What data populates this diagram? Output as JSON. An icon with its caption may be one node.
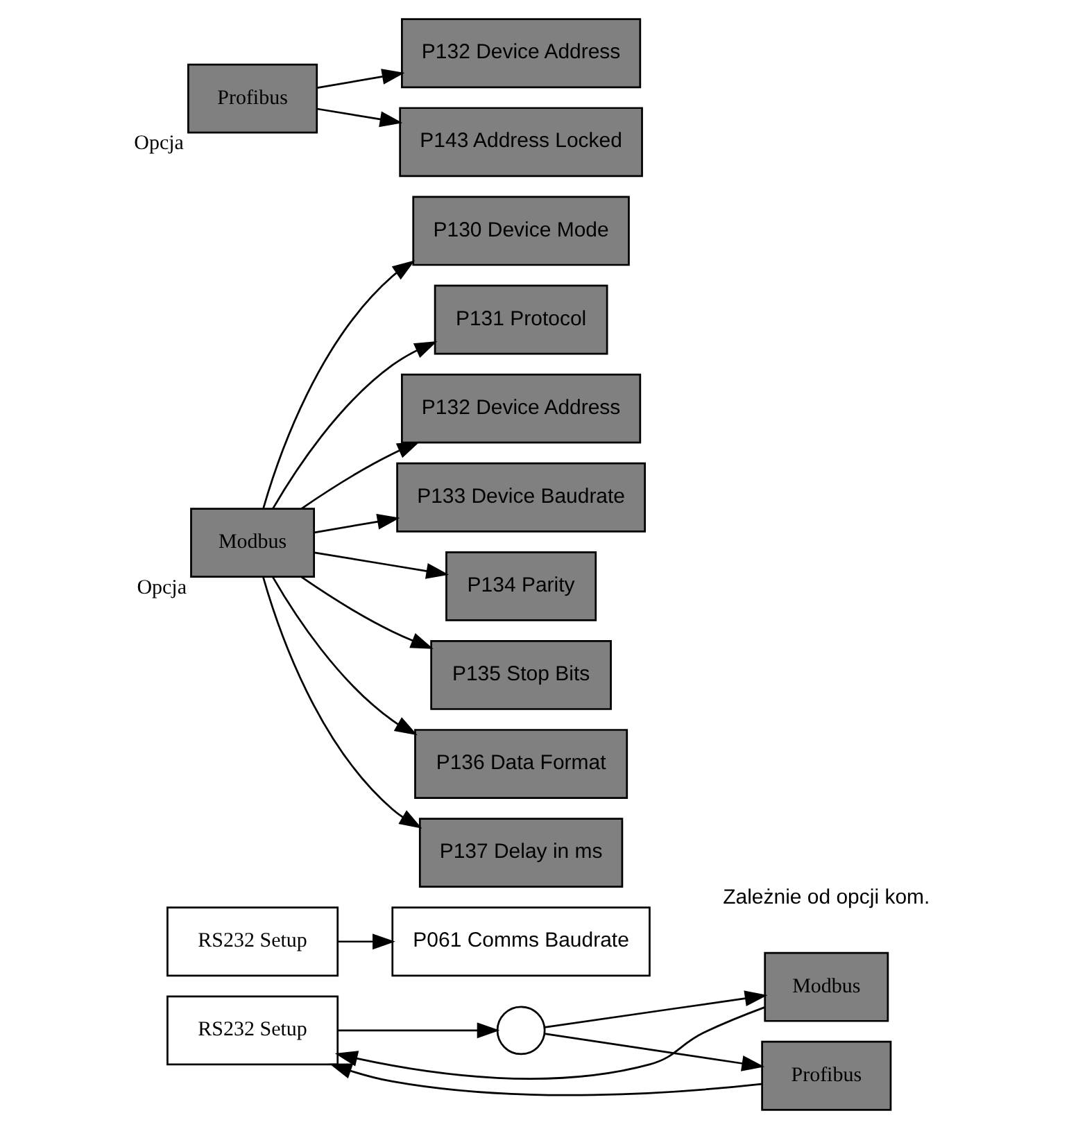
{
  "diagram": {
    "nodes": [
      {
        "text": [
          "RS232 Setup"
        ]
      },
      {
        "text": [],
        "shape": "circle"
      },
      {
        "text": [
          "Modbus"
        ]
      },
      {
        "text": [
          "Profibus"
        ]
      },
      {
        "text": [
          "RS232 Setup"
        ]
      },
      {
        "text": [
          "P061 Comms Baudrate"
        ]
      },
      {
        "text": [
          "Modbus"
        ],
        "beside": [
          "Opcja"
        ]
      },
      {
        "text": [
          "P130 Device Mode"
        ]
      },
      {
        "text": [
          "P131 Protocol"
        ]
      },
      {
        "text": [
          "P132 Device Address"
        ]
      },
      {
        "text": [
          "P133 Device Baudrate"
        ]
      },
      {
        "text": [
          "P134 Parity"
        ]
      },
      {
        "text": [
          "P135 Stop Bits"
        ]
      },
      {
        "text": [
          "P136 Data Format"
        ]
      },
      {
        "text": [
          "P137 Delay in ms"
        ]
      },
      {
        "text": [
          "Profibus"
        ],
        "beside": [
          "Opcja"
        ]
      },
      {
        "text": [
          "P132 Device Address"
        ]
      },
      {
        "text": [
          "P143 Address Locked"
        ]
      }
    ],
    "edges": [
      {
        "from": 0,
        "to": 1,
        "arrow": "to"
      },
      {
        "from": 1,
        "to": 2,
        "arrow": "to"
      },
      {
        "from": 1,
        "to": 3,
        "arrow": "to"
      },
      {
        "from": 2,
        "to": 0,
        "arrow": "to"
      },
      {
        "from": 3,
        "to": 0,
        "arrow": "to"
      },
      {
        "from": 4,
        "to": 5,
        "arrow": "to"
      },
      {
        "from": 6,
        "to": 7,
        "arrow": "to"
      },
      {
        "from": 6,
        "to": 8,
        "arrow": "to"
      },
      {
        "from": 6,
        "to": 9,
        "arrow": "to"
      },
      {
        "from": 6,
        "to": 10,
        "arrow": "to"
      },
      {
        "from": 6,
        "to": 11,
        "arrow": "to"
      },
      {
        "from": 6,
        "to": 12,
        "arrow": "to"
      },
      {
        "from": 6,
        "to": 13,
        "arrow": "to"
      },
      {
        "from": 6,
        "to": 14,
        "arrow": "to"
      },
      {
        "from": 15,
        "to": 16,
        "arrow": "to"
      },
      {
        "from": 15,
        "to": 17,
        "arrow": "to"
      }
    ],
    "labels": [
      "Zależnie od opcji kom."
    ]
  }
}
